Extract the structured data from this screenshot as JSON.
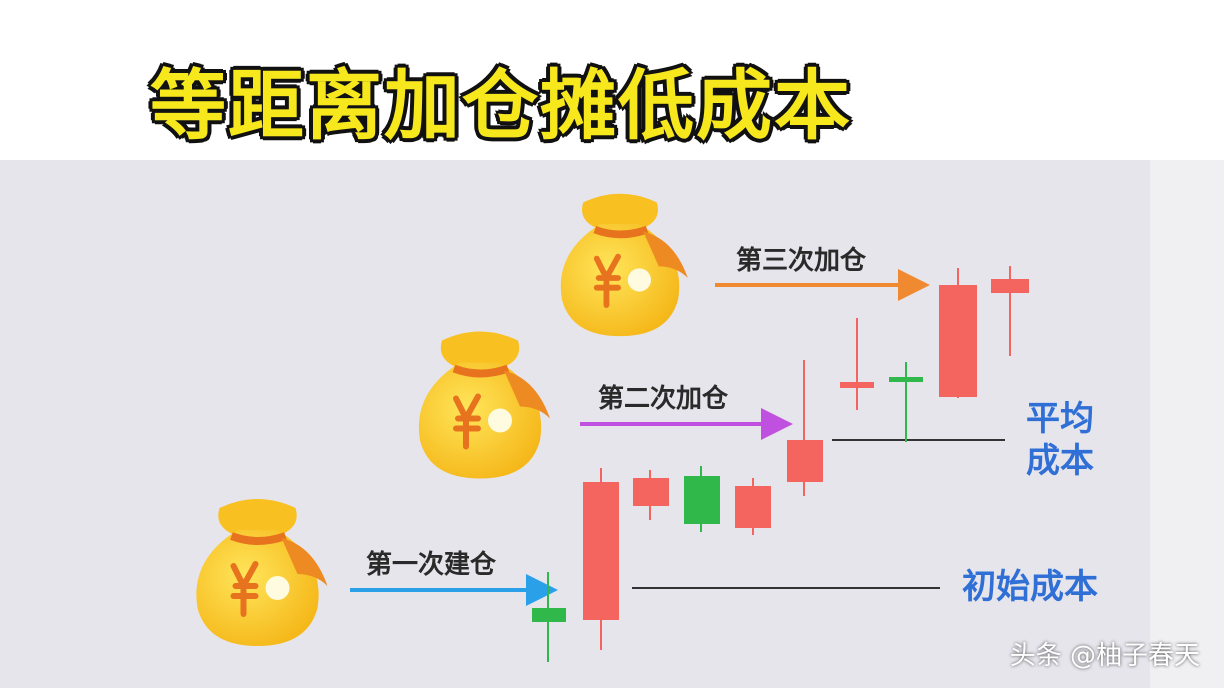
{
  "title": "等距离加仓摊低成本",
  "steps": {
    "first": "第一次建仓",
    "second": "第二次加仓",
    "third": "第三次加仓"
  },
  "cost_labels": {
    "average_line1": "平均",
    "average_line2": "成本",
    "initial": "初始成本"
  },
  "icons": {
    "money_bag": "money-bag-icon",
    "currency_symbol": "¥"
  },
  "colors": {
    "title_fill": "#f7e81d",
    "arrow_first": "#2aa0e8",
    "arrow_second": "#c050e0",
    "arrow_third": "#f08a30",
    "candle_up": "#f4655f",
    "candle_down": "#31b84a",
    "cost_text": "#2f6fd6"
  },
  "watermark": "头条 @柚子春天"
}
